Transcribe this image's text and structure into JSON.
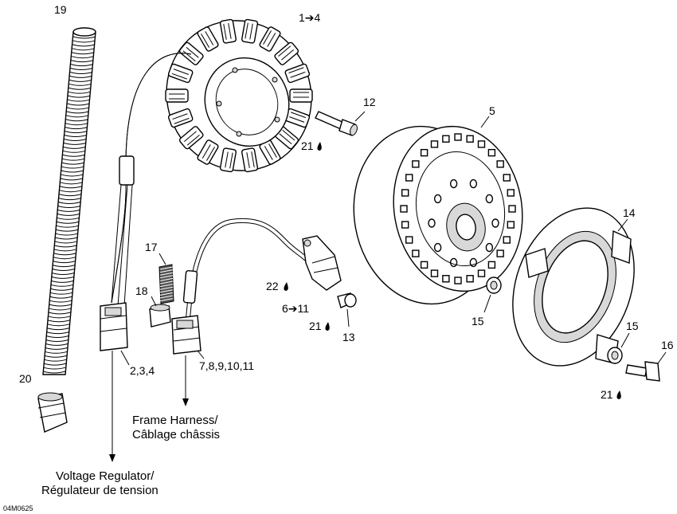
{
  "diagram_id": "04M0625",
  "callouts": {
    "c19": "19",
    "c1_4": "1➔4",
    "c12": "12",
    "c21_a": "21",
    "c5": "5",
    "c14": "14",
    "c17": "17",
    "c18": "18",
    "c22": "22",
    "c6_11": "6➔11",
    "c21_b": "21",
    "c13": "13",
    "c15_a": "15",
    "c15_b": "15",
    "c16": "16",
    "c21_c": "21",
    "c2_3_4": "2,3,4",
    "c7_11": "7,8,9,10,11",
    "c20": "20"
  },
  "captions": {
    "frame_harness_en": "Frame Harness/",
    "frame_harness_fr": "Câblage châssis",
    "voltage_regulator_en": "Voltage Regulator/",
    "voltage_regulator_fr": "Régulateur de tension"
  },
  "icons": {
    "loctite": "drop-icon"
  }
}
